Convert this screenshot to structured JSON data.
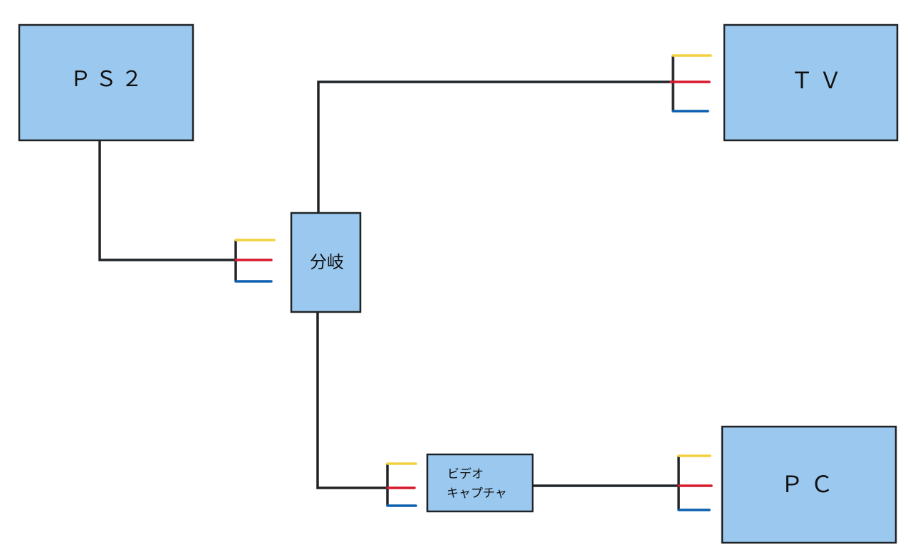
{
  "diagram": {
    "title": "",
    "colors": {
      "box_fill": "#9bc8ee",
      "outline": "#1f2326",
      "yellow_cable": "#f4d03f",
      "red_cable": "#d7192d",
      "blue_cable": "#0b5fb0"
    },
    "nodes": [
      {
        "id": "ps2",
        "label": "ＰＳ２"
      },
      {
        "id": "tv",
        "label": "ＴＶ"
      },
      {
        "id": "splitter",
        "label": "分岐"
      },
      {
        "id": "capture",
        "label_lines": [
          "ビデオ",
          "キャプチャ"
        ]
      },
      {
        "id": "pc",
        "label": "ＰＣ"
      }
    ],
    "edges": [
      {
        "from": "ps2",
        "to": "splitter",
        "connector": "RCA (yellow/red/blue)"
      },
      {
        "from": "splitter",
        "to": "tv",
        "connector": "RCA (yellow/red/blue)"
      },
      {
        "from": "splitter",
        "to": "capture",
        "connector": "RCA (yellow/red/blue)"
      },
      {
        "from": "capture",
        "to": "pc",
        "connector": "RCA (yellow/red/blue)"
      }
    ]
  }
}
